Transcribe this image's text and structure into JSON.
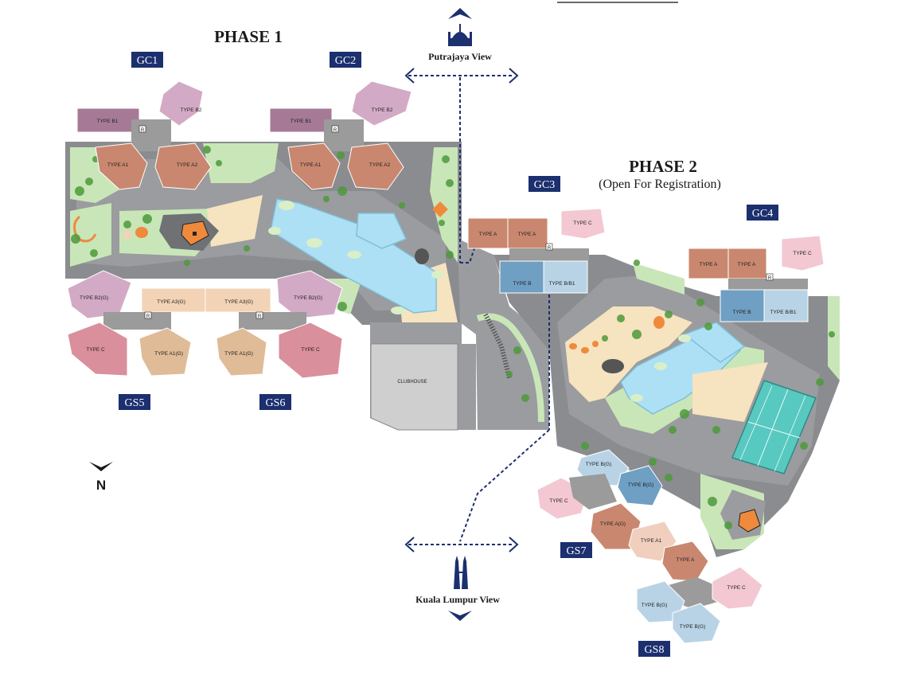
{
  "phase1": {
    "title": "PHASE 1"
  },
  "phase2": {
    "title": "PHASE 2",
    "subtitle": "(Open For Registration)"
  },
  "views": {
    "top": "Putrajaya View",
    "bottom": "Kuala Lumpur View"
  },
  "clubhouse": "CLUBHOUSE",
  "north": "N",
  "blocks": {
    "gc1": "GC1",
    "gc2": "GC2",
    "gc3": "GC3",
    "gc4": "GC4",
    "gs5": "GS5",
    "gs6": "GS6",
    "gs7": "GS7",
    "gs8": "GS8"
  },
  "units": {
    "type_a": "TYPE A",
    "type_a1": "TYPE A1",
    "type_a2": "TYPE A2",
    "type_a1g": "TYPE A1(G)",
    "type_a3g": "TYPE A3(G)",
    "type_ag": "TYPE A(G)",
    "type_b": "TYPE B",
    "type_b1": "TYPE B1",
    "type_b2": "TYPE B2",
    "type_bb1": "TYPE B/B1",
    "type_bg": "TYPE B(G)",
    "type_b2g": "TYPE B2(G)",
    "type_c": "TYPE C",
    "r": "R"
  },
  "colors": {
    "tag_bg": "#1c2f6e",
    "road": "#8a8c8f",
    "podium": "#6f7174",
    "lawn": "#c9e6b8",
    "pool": "#aee0f5",
    "sand": "#f6e3bf",
    "tree": "#4e9a3c",
    "type_a": "#c9876f",
    "type_a_light": "#f0cfbf",
    "type_b": "#6f9fc3",
    "type_b_light": "#b9d3e6",
    "type_b1": "#a67a96",
    "type_b2": "#d3aac5",
    "type_c": "#d98f9c",
    "type_c_light": "#f3c8d2",
    "type_a3g": "#f2d3b5",
    "type_a1g": "#dfbb97",
    "tennis": "#58c9c0",
    "dash": "#1c2f6e",
    "orange": "#ef8a3c"
  }
}
